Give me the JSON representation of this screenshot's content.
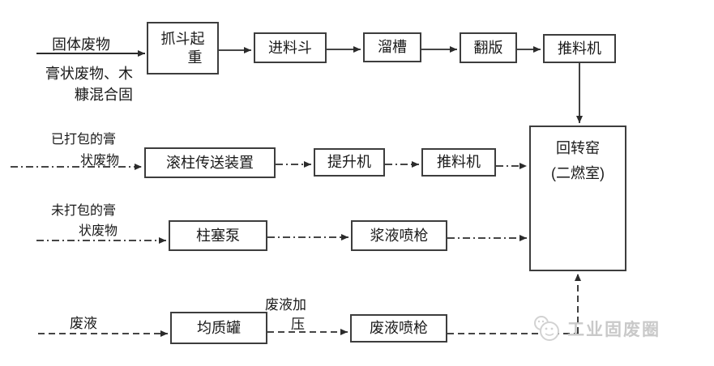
{
  "diagram_title": "waste-feeding-process-flow",
  "colors": {
    "background": "#ffffff",
    "line": "#2b2b2b",
    "box_border": "#3d3d3d",
    "text": "#1a1a1a",
    "watermark": "#c9c9c9"
  },
  "labels": {
    "solid_waste": "固体废物",
    "paste_wood_1": "膏状废物、木",
    "paste_wood_2": "糠混合固",
    "packed_paste_1": "已打包的膏",
    "packed_paste_2": "状废物",
    "unpacked_paste_1": "未打包的膏",
    "unpacked_paste_2": "状废物",
    "waste_liquid": "废液",
    "pressurize_1": "废液加",
    "pressurize_2": "压"
  },
  "nodes": {
    "grab_crane_1": "抓斗起",
    "grab_crane_2": "重",
    "feed_hopper": "进料斗",
    "chute": "溜槽",
    "flip_plate": "翻版",
    "pusher_top": "推料机",
    "roller_conveyor": "滚柱传送装置",
    "elevator": "提升机",
    "pusher_mid": "推料机",
    "plunger_pump": "柱塞泵",
    "slurry_spray_gun": "浆液喷枪",
    "homogenizing_tank": "均质罐",
    "waste_liquid_spray_gun": "废液喷枪",
    "rotary_kiln_1": "回转窑",
    "rotary_kiln_2": "(二燃室)"
  },
  "watermark": {
    "text": "工业固废圈"
  },
  "line_styles": {
    "row1": "solid",
    "row2": "dash-dot",
    "row3": "dash-dot",
    "row4": "dashed"
  }
}
